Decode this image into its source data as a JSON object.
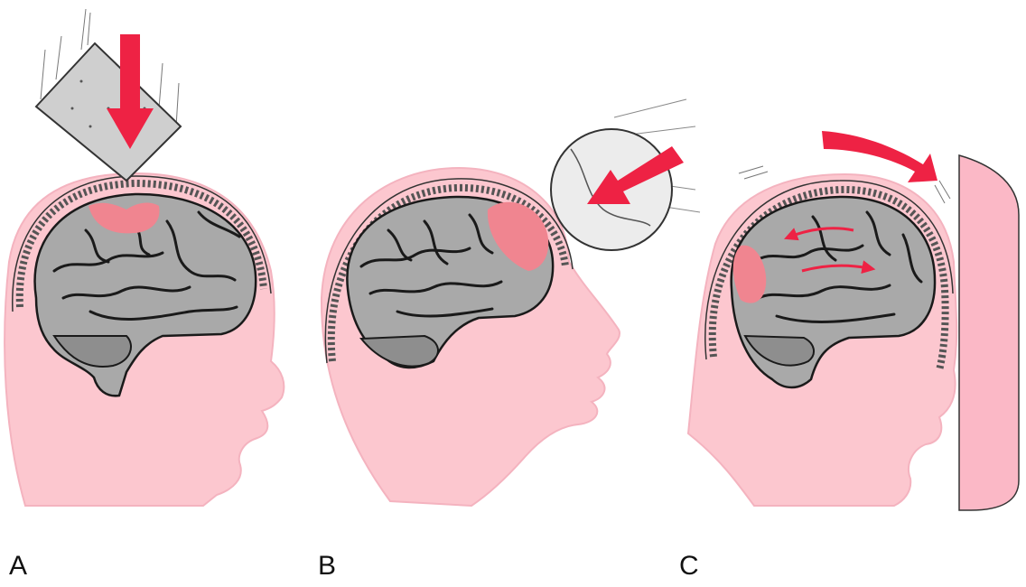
{
  "panels": [
    {
      "label": "A",
      "mechanism": "falling-object-impact"
    },
    {
      "label": "B",
      "mechanism": "thrown-object-impact"
    },
    {
      "label": "C",
      "mechanism": "acceleration-deceleration"
    }
  ],
  "colors": {
    "skin": "#fcc7cf",
    "skin_edge": "#f4b3bf",
    "brain": "#a9a9a9",
    "brain_outline": "#1a1a1a",
    "injury": "#f08590",
    "arrow": "#ee2244",
    "object_gray": "#cfcfcf",
    "ball": "#ececec",
    "wall": "#fbb8c6"
  },
  "icons": [
    "falling-block-icon",
    "ball-icon",
    "wall-icon",
    "force-arrow-icon"
  ]
}
